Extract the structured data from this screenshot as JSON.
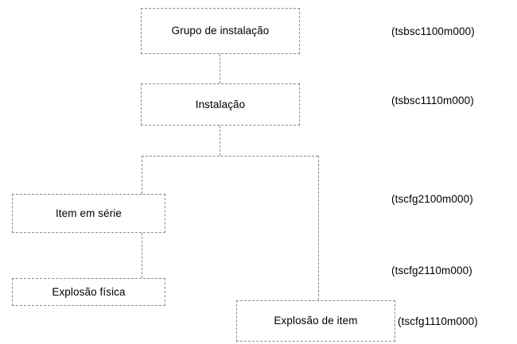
{
  "diagram": {
    "type": "hierarchy-tree",
    "title": "Grupo de instalação",
    "style": {
      "border_color": "#8a8a8a",
      "border_style": "dashed",
      "text_color": "#000000",
      "background": "#ffffff"
    },
    "nodes": [
      {
        "id": "grupo-instalacao",
        "label": "Grupo de instalação",
        "code": "(tsbsc1100m000)",
        "level": 0
      },
      {
        "id": "instalacao",
        "label": "Instalação",
        "code": "(tsbsc1110m000)",
        "level": 1
      },
      {
        "id": "item-serie",
        "label": "Item em série",
        "code": "(tscfg2100m000)",
        "level": 2
      },
      {
        "id": "explosao-fisica",
        "label": "Explosão física",
        "code": "(tscfg2110m000)",
        "level": 3
      },
      {
        "id": "explosao-item",
        "label": "Explosão de item",
        "code": "(tscfg1110m000)",
        "level": 2
      }
    ],
    "edges": [
      {
        "from": "grupo-instalacao",
        "to": "instalacao"
      },
      {
        "from": "instalacao",
        "to": "item-serie"
      },
      {
        "from": "instalacao",
        "to": "explosao-item"
      },
      {
        "from": "item-serie",
        "to": "explosao-fisica"
      }
    ]
  }
}
